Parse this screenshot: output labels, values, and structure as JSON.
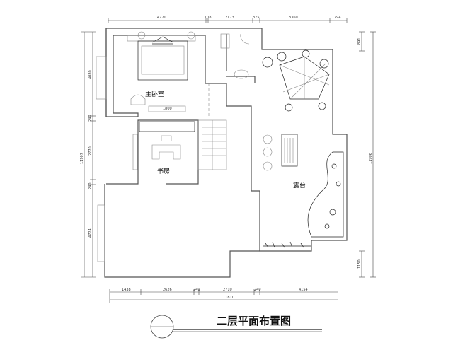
{
  "title": "二层平面布置图",
  "rooms": {
    "master_bedroom": "主卧室",
    "study": "书房",
    "terrace": "露台",
    "bed_width": "1800"
  },
  "dims": {
    "top": [
      "4770",
      "108",
      "2173",
      "375",
      "3360",
      "794"
    ],
    "bottom": [
      "1438",
      "2626",
      "240",
      "2710",
      "240",
      "4154"
    ],
    "bottom_total": "11810",
    "left": [
      "4080",
      "240",
      "2770",
      "240",
      "4724"
    ],
    "left_total": "11907",
    "right_top": "891",
    "right_total": "11906",
    "right_bottom": "1150"
  }
}
